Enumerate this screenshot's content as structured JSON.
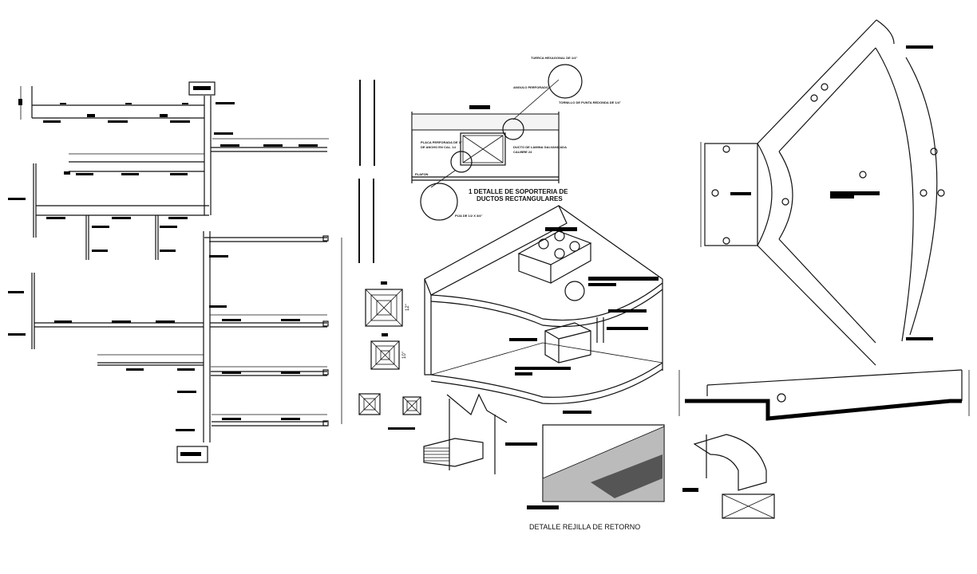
{
  "drawing": {
    "type": "HVAC duct installation technical drawing sheet",
    "background": "#ffffff",
    "ink": "#111111"
  },
  "details": {
    "support_detail": {
      "title_line1": "1  DETALLE DE SOPORTERIA DE",
      "title_line2": "DUCTOS RECTANGULARES",
      "notes": {
        "nut": "TUERCA HEXAGONAL DE 1/4\"",
        "angle": "ANGULO PERFORADO",
        "screw": "TORNILLO DE PUNTA REDONDA DE 1/4\"",
        "plate_line1": "PLACA PERFORADA DE 1\"",
        "plate_line2": "DE ANCHO EN CAL. 14",
        "duct_line1": "DUCTO DE LAMINA GALVANIZADA",
        "duct_line2": "CALIBRE 24",
        "ceiling": "PLAFON",
        "pin": "PIJA DE 1/2 X 3/4\""
      }
    },
    "diffusers": {
      "dim_large": "12\"",
      "dim_medium": "10\""
    },
    "return_grille": {
      "title": "DETALLE REJILLA DE RETORNO"
    }
  },
  "icons": [
    "duct-tag-icon",
    "grille-diffuser-icon",
    "condenser-fan-icon",
    "break-line-icon"
  ]
}
